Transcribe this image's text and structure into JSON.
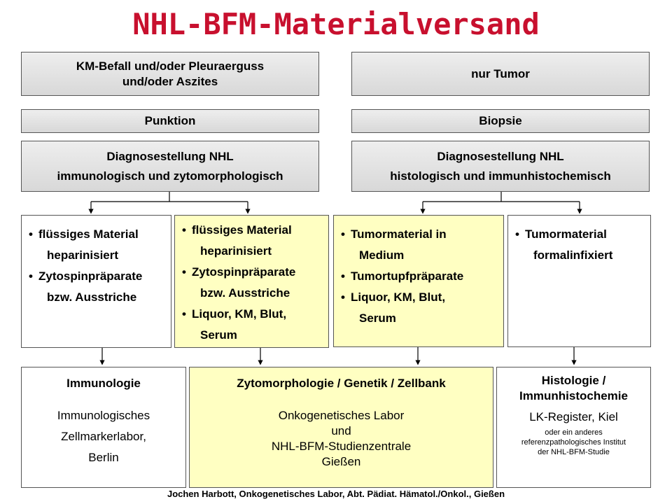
{
  "title": "NHL-BFM-Materialversand",
  "left": {
    "condition": [
      "KM-Befall und/oder Pleuraerguss",
      "und/oder Aszites"
    ],
    "procedure": "Punktion",
    "diagnosis": [
      "Diagnosestellung NHL",
      "immunologisch und zytomorphologisch"
    ]
  },
  "right": {
    "condition": "nur Tumor",
    "procedure": "Biopsie",
    "diagnosis": [
      "Diagnosestellung NHL",
      "histologisch und immunhistochemisch"
    ]
  },
  "materials": [
    {
      "items": [
        {
          "bullet": "•",
          "first": "flüssiges Material",
          "cont": "heparinisiert"
        },
        {
          "bullet": "•",
          "first": "Zytospinpräparate",
          "cont": "bzw. Ausstriche"
        }
      ]
    },
    {
      "items": [
        {
          "bullet": "•",
          "first": "flüssiges Material",
          "cont": "heparinisiert"
        },
        {
          "bullet": "•",
          "first": "Zytospinpräparate",
          "cont": "bzw. Ausstriche"
        },
        {
          "bullet": "•",
          "first": "Liquor, KM, Blut,",
          "cont": "Serum"
        }
      ]
    },
    {
      "items": [
        {
          "bullet": "•",
          "first": "Tumormaterial in",
          "cont": "Medium"
        },
        {
          "bullet": "•",
          "first": "Tumortupfpräparate",
          "cont": ""
        },
        {
          "bullet": "•",
          "first": "Liquor, KM, Blut,",
          "cont": "Serum"
        }
      ]
    },
    {
      "items": [
        {
          "bullet": "•",
          "first": "Tumormaterial",
          "cont": "formalinfixiert"
        }
      ]
    }
  ],
  "destinations": {
    "immunologie": {
      "title": "Immunologie",
      "lines": [
        "Immunologisches",
        "Zellmarkerlabor,",
        "Berlin"
      ]
    },
    "zytomorphologie": {
      "title": "Zytomorphologie / Genetik / Zellbank",
      "lines": [
        "Onkogenetisches Labor",
        "und",
        "NHL-BFM-Studienzentrale",
        "Gießen"
      ]
    },
    "histologie": {
      "title": [
        "Histologie /",
        "Immunhistochemie"
      ],
      "main": "LK-Register, Kiel",
      "small": [
        "oder ein anderes",
        "referenzpathologisches Institut",
        "der NHL-BFM-Studie"
      ]
    }
  },
  "footer": "Jochen Harbott, Onkogenetisches Labor, Abt. Pädiat. Hämatol./Onkol., Gießen",
  "colors": {
    "title": "#C8102E",
    "highlight": "#ffffc2",
    "gray": "#e6e6e6"
  }
}
